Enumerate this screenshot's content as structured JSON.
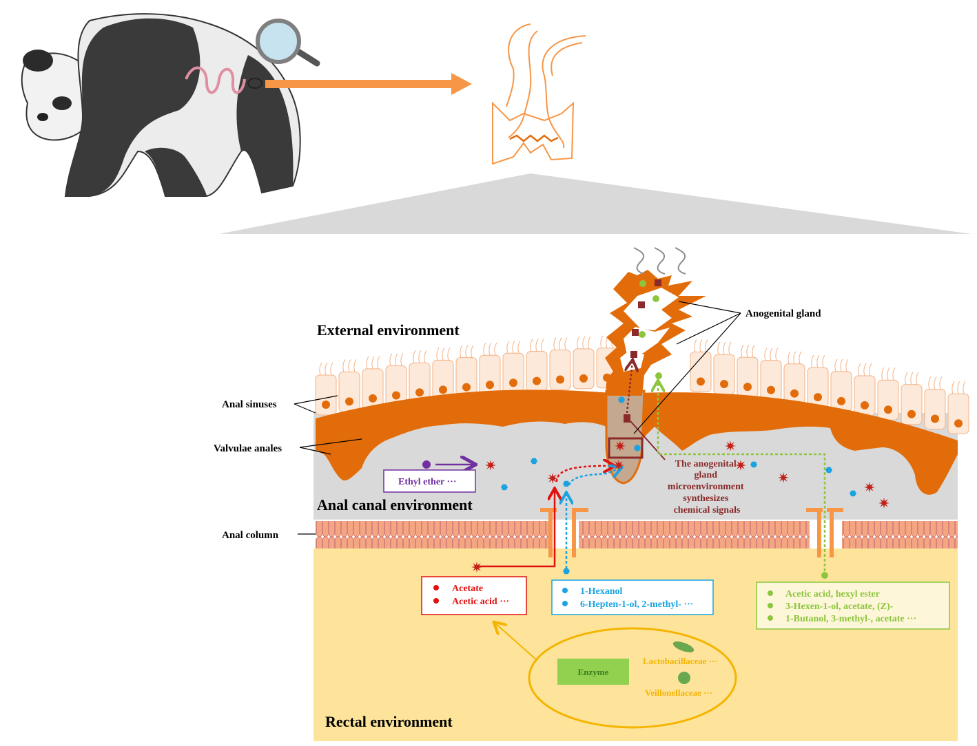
{
  "labels": {
    "external": "External environment",
    "anal_canal": "Anal canal environment",
    "rectal": "Rectal environment",
    "anal_sinuses": "Anal sinuses",
    "valvulae": "Valvulae anales",
    "anal_column": "Anal column",
    "anogenital_gland": "Anogenital gland",
    "microenv": [
      "The anogenital",
      "gland",
      "microenvironment",
      "synthesizes",
      "chemical signals"
    ]
  },
  "boxes": {
    "ethyl": "Ethyl ether ···",
    "red": [
      "Acetate",
      "Acetic acid ···"
    ],
    "blue": [
      "1-Hexanol",
      "6-Hepten-1-ol, 2-methyl- ···"
    ],
    "green": [
      "Acetic acid, hexyl ester",
      "3-Hexen-1-ol, acetate, (Z)-",
      "1-Butanol, 3-methyl-, acetate ···"
    ],
    "enzyme": "Enzyme",
    "lacto": "Lactobacillaceae ···",
    "veillo": "Veillonellaceae ···"
  },
  "colors": {
    "tissue_orange": "#e36c0a",
    "arrow_orange": "#f79646",
    "canal_grey": "#d9d9d9",
    "rectal_yellow": "#fde49a",
    "red": "#e0110e",
    "blue": "#1aa3e0",
    "green": "#8cc63e",
    "purple": "#7030a0",
    "brown": "#8a2a2a",
    "gold": "#f5b400"
  }
}
